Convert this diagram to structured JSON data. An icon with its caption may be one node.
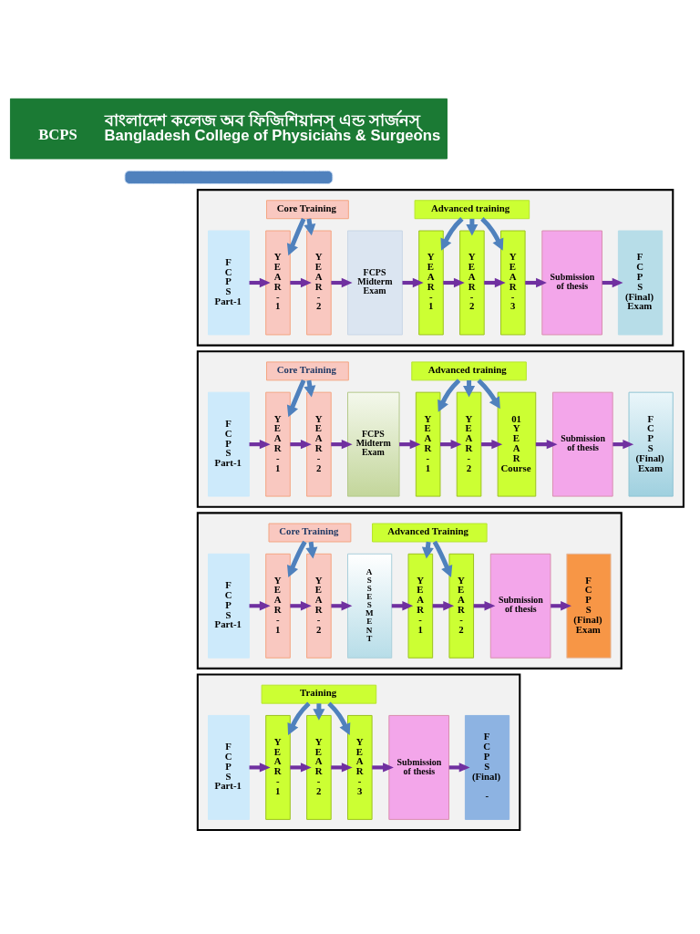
{
  "diagram": {
    "nodes": [
      {
        "text": [
          "BCPS",
          "বাংলাদেশ কলেজ অব ফিজিশিয়ানস্ এন্ড সার্জনস্",
          "Bangladesh College of Physicians & Surgeons"
        ]
      },
      {
        "text": [],
        "shape": "bar"
      },
      {
        "text": [],
        "shape": "box"
      },
      {
        "text": [
          "Core Training"
        ],
        "in": 2
      },
      {
        "text": [
          "Advanced training"
        ],
        "in": 2
      },
      {
        "text": [
          "F C P S Part-1"
        ],
        "in": 2
      },
      {
        "text": [
          "Y E A R - 1"
        ],
        "in": 2
      },
      {
        "text": [
          "Y E A R - 2"
        ],
        "in": 2
      },
      {
        "text": [
          "FCPS Midterm Exam"
        ],
        "in": 2
      },
      {
        "text": [
          "Y E A R - 1"
        ],
        "in": 2
      },
      {
        "text": [
          "Y E A R - 2"
        ],
        "in": 2
      },
      {
        "text": [
          "Y E A R - 3"
        ],
        "in": 2
      },
      {
        "text": [
          "Submission of thesis"
        ],
        "in": 2
      },
      {
        "text": [
          "F C P S (Final) Exam"
        ],
        "in": 2
      },
      {
        "text": [],
        "shape": "box"
      },
      {
        "text": [
          "Core Training"
        ],
        "in": 14
      },
      {
        "text": [
          "Advanced training"
        ],
        "in": 14
      },
      {
        "text": [
          "F C P S Part-1"
        ],
        "in": 14
      },
      {
        "text": [
          "Y E A R - 1"
        ],
        "in": 14
      },
      {
        "text": [
          "Y E A R - 2"
        ],
        "in": 14
      },
      {
        "text": [
          "FCPS Midterm Exam"
        ],
        "in": 14
      },
      {
        "text": [
          "Y E A R - 1"
        ],
        "in": 14
      },
      {
        "text": [
          "Y E A R - 2"
        ],
        "in": 14
      },
      {
        "text": [
          "01 Y E A R Course"
        ],
        "in": 14
      },
      {
        "text": [
          "Submission of thesis"
        ],
        "in": 14
      },
      {
        "text": [
          "F C P S (Final) Exam"
        ],
        "in": 14
      },
      {
        "text": [],
        "shape": "box"
      },
      {
        "text": [
          "Core Training"
        ],
        "in": 26
      },
      {
        "text": [
          "Advanced Training"
        ],
        "in": 26
      },
      {
        "text": [
          "F C P S Part-1"
        ],
        "in": 26
      },
      {
        "text": [
          "Y E A R - 1"
        ],
        "in": 26
      },
      {
        "text": [
          "Y E A R - 2"
        ],
        "in": 26
      },
      {
        "text": [
          "A S S E S M E N T"
        ],
        "in": 26
      },
      {
        "text": [
          "Y E A R - 1"
        ],
        "in": 26
      },
      {
        "text": [
          "Y E A R - 2"
        ],
        "in": 26
      },
      {
        "text": [
          "Submission of thesis"
        ],
        "in": 26
      },
      {
        "text": [
          "F C P S (Final) Exam"
        ],
        "in": 26
      },
      {
        "text": [],
        "shape": "box"
      },
      {
        "text": [
          "Training"
        ],
        "in": 37
      },
      {
        "text": [
          "F C P S Part-1"
        ],
        "in": 37
      },
      {
        "text": [
          "Y E A R - 1"
        ],
        "in": 37
      },
      {
        "text": [
          "Y E A R - 2"
        ],
        "in": 37
      },
      {
        "text": [
          "Y E A R - 3"
        ],
        "in": 37
      },
      {
        "text": [
          "Submission of thesis"
        ],
        "in": 37
      },
      {
        "text": [
          "F C P S (Final)",
          "-"
        ],
        "in": 37
      }
    ],
    "edges": [
      {
        "from": 3,
        "to": 6,
        "arrow": "to",
        "color": "#4f81bd"
      },
      {
        "from": 3,
        "to": 7,
        "arrow": "to",
        "color": "#4f81bd"
      },
      {
        "from": 4,
        "to": 9,
        "arrow": "to",
        "color": "#4f81bd"
      },
      {
        "from": 4,
        "to": 10,
        "arrow": "to",
        "color": "#4f81bd"
      },
      {
        "from": 4,
        "to": 11,
        "arrow": "to",
        "color": "#4f81bd"
      },
      {
        "from": 5,
        "to": 6,
        "arrow": "to"
      },
      {
        "from": 6,
        "to": 7,
        "arrow": "to"
      },
      {
        "from": 7,
        "to": 8,
        "arrow": "to"
      },
      {
        "from": 8,
        "to": 9,
        "arrow": "to"
      },
      {
        "from": 9,
        "to": 10,
        "arrow": "to"
      },
      {
        "from": 10,
        "to": 11,
        "arrow": "to"
      },
      {
        "from": 11,
        "to": 12,
        "arrow": "to"
      },
      {
        "from": 12,
        "to": 13,
        "arrow": "to"
      },
      {
        "from": 15,
        "to": 18,
        "arrow": "to",
        "color": "#4f81bd"
      },
      {
        "from": 15,
        "to": 19,
        "arrow": "to",
        "color": "#4f81bd"
      },
      {
        "from": 16,
        "to": 21,
        "arrow": "to",
        "color": "#4f81bd"
      },
      {
        "from": 16,
        "to": 22,
        "arrow": "to",
        "color": "#4f81bd"
      },
      {
        "from": 16,
        "to": 23,
        "arrow": "to",
        "color": "#4f81bd"
      },
      {
        "from": 17,
        "to": 18,
        "arrow": "to"
      },
      {
        "from": 18,
        "to": 19,
        "arrow": "to"
      },
      {
        "from": 19,
        "to": 20,
        "arrow": "to"
      },
      {
        "from": 20,
        "to": 21,
        "arrow": "to"
      },
      {
        "from": 21,
        "to": 22,
        "arrow": "to"
      },
      {
        "from": 22,
        "to": 23,
        "arrow": "to"
      },
      {
        "from": 23,
        "to": 24,
        "arrow": "to"
      },
      {
        "from": 24,
        "to": 25,
        "arrow": "to"
      },
      {
        "from": 27,
        "to": 30,
        "arrow": "to",
        "color": "#4f81bd"
      },
      {
        "from": 27,
        "to": 31,
        "arrow": "to",
        "color": "#4f81bd"
      },
      {
        "from": 28,
        "to": 33,
        "arrow": "to",
        "color": "#4f81bd"
      },
      {
        "from": 28,
        "to": 34,
        "arrow": "to",
        "color": "#4f81bd"
      },
      {
        "from": 29,
        "to": 30,
        "arrow": "to"
      },
      {
        "from": 30,
        "to": 31,
        "arrow": "to"
      },
      {
        "from": 31,
        "to": 32,
        "arrow": "to"
      },
      {
        "from": 32,
        "to": 33,
        "arrow": "to"
      },
      {
        "from": 33,
        "to": 34,
        "arrow": "to"
      },
      {
        "from": 34,
        "to": 35,
        "arrow": "to"
      },
      {
        "from": 35,
        "to": 36,
        "arrow": "to"
      },
      {
        "from": 38,
        "to": 40,
        "arrow": "to",
        "color": "#4f81bd"
      },
      {
        "from": 38,
        "to": 41,
        "arrow": "to",
        "color": "#4f81bd"
      },
      {
        "from": 38,
        "to": 42,
        "arrow": "to",
        "color": "#4f81bd"
      },
      {
        "from": 39,
        "to": 40,
        "arrow": "to"
      },
      {
        "from": 40,
        "to": 41,
        "arrow": "to"
      },
      {
        "from": 41,
        "to": 42,
        "arrow": "to"
      },
      {
        "from": 42,
        "to": 43,
        "arrow": "to"
      },
      {
        "from": 43,
        "to": 44,
        "arrow": "to"
      }
    ]
  }
}
